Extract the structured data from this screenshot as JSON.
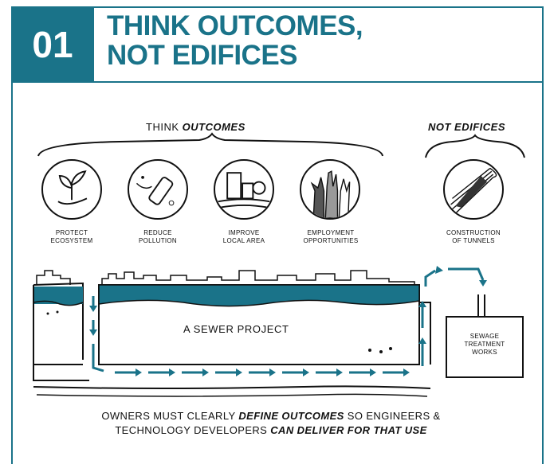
{
  "header": {
    "number": "01",
    "title_line1": "THINK OUTCOMES,",
    "title_line2": "NOT EDIFICES"
  },
  "outcomes": {
    "heading_prefix": "THINK",
    "heading_emph": "OUTCOMES",
    "items": [
      {
        "icon": "ecosystem-icon",
        "line1": "PROTECT",
        "line2": "ECOSYSTEM"
      },
      {
        "icon": "pollution-icon",
        "line1": "REDUCE",
        "line2": "POLLUTION"
      },
      {
        "icon": "local-area-icon",
        "line1": "IMPROVE",
        "line2": "LOCAL AREA"
      },
      {
        "icon": "employment-icon",
        "line1": "EMPLOYMENT",
        "line2": "OPPORTUNITIES"
      }
    ]
  },
  "edifices": {
    "heading": "NOT EDIFICES",
    "icon": "tunnel-icon",
    "line1": "CONSTRUCTION",
    "line2": "OF TUNNELS"
  },
  "diagram": {
    "project_label": "A SEWER PROJECT",
    "plant_line1": "SEWAGE",
    "plant_line2": "TREATMENT",
    "plant_line3": "WORKS"
  },
  "footer": {
    "l1_a": "OWNERS MUST CLEARLY ",
    "l1_b": "DEFINE OUTCOMES",
    "l1_c": " SO ENGINEERS &",
    "l2_a": "TECHNOLOGY DEVELOPERS ",
    "l2_b": "CAN DELIVER FOR THAT USE"
  },
  "colors": {
    "accent": "#1a7389",
    "ink": "#111111"
  }
}
